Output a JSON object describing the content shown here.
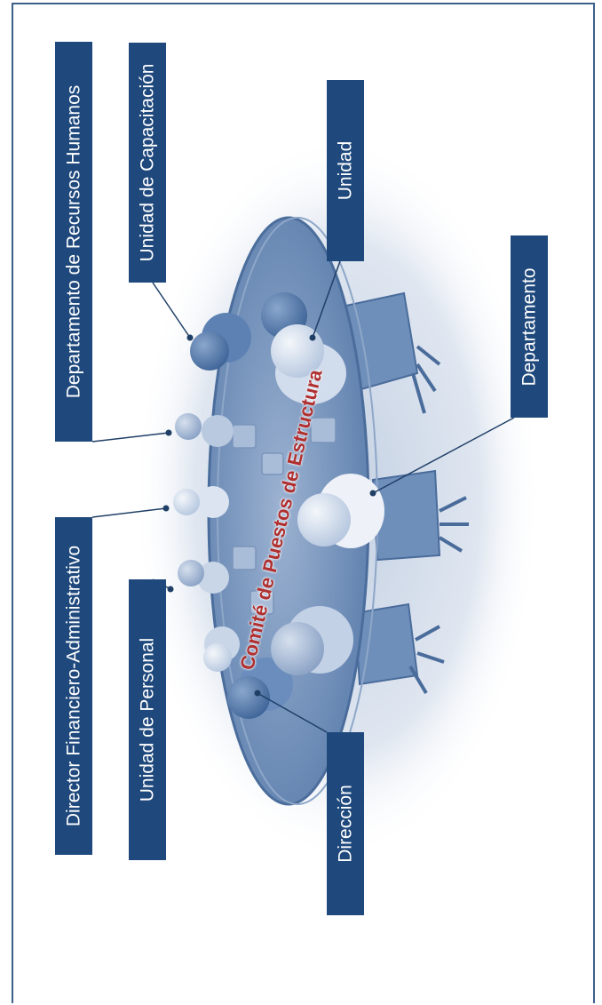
{
  "labels": {
    "director_financiero": "Director Financiero-Administrativo",
    "depto_recursos_humanos": "Departamento de Recursos Humanos",
    "unidad_capacitacion": "Unidad de Capacitación",
    "unidad": "Unidad",
    "departamento": "Departamento",
    "unidad_personal": "Unidad de Personal",
    "direccion": "Dirección"
  },
  "center_title": "Comité de Puestos de Estructura",
  "colors": {
    "label_bg": "#1f497d",
    "label_text": "#ffffff",
    "center_title": "#b03030",
    "connector": "#1f3f66",
    "frame": "#3d5f8c"
  }
}
